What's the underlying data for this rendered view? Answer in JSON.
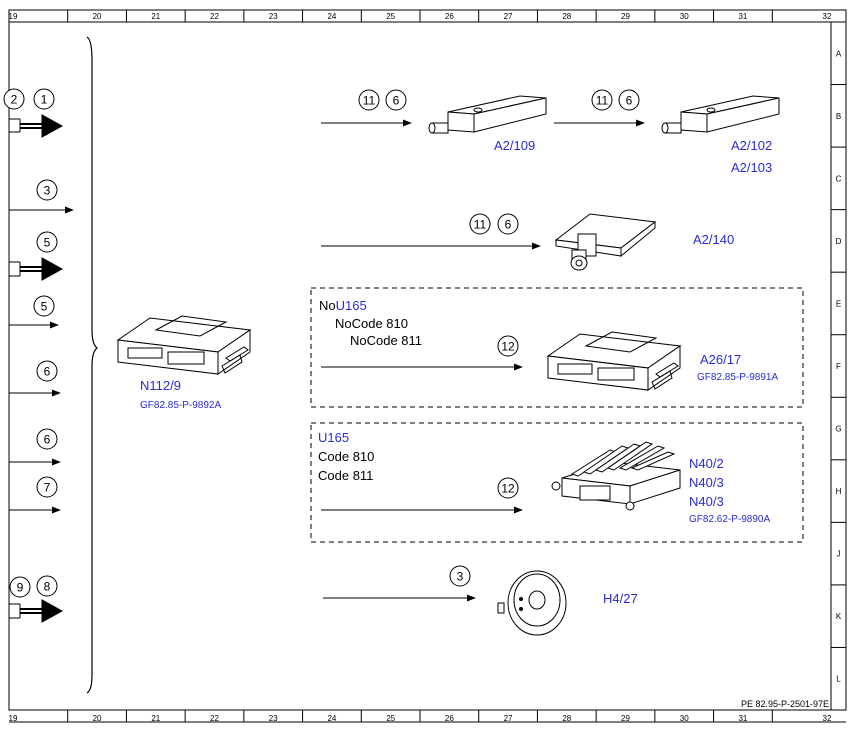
{
  "grid": {
    "columns": [
      "19",
      "20",
      "21",
      "22",
      "23",
      "24",
      "25",
      "26",
      "27",
      "28",
      "29",
      "30",
      "31",
      "32"
    ],
    "rows": [
      "A",
      "B",
      "C",
      "D",
      "E",
      "F",
      "G",
      "H",
      "J",
      "K",
      "L"
    ]
  },
  "left_circles": [
    "2",
    "1",
    "3",
    "5",
    "5",
    "6",
    "6",
    "7",
    "9",
    "8"
  ],
  "components": {
    "n112": {
      "code": "N112/9",
      "ref": "GF82.85-P-9892A"
    },
    "a2_109": {
      "code": "A2/109",
      "circles": [
        "11",
        "6"
      ]
    },
    "a2_102": {
      "code": "A2/102",
      "code2": "A2/103",
      "circles": [
        "11",
        "6"
      ]
    },
    "a2_140": {
      "code": "A2/140",
      "circles": [
        "11",
        "6"
      ]
    },
    "a26": {
      "code": "A26/17",
      "ref": "GF82.85-P-9891A",
      "circle": "12",
      "cond_no": "No",
      "cond_u": "U165",
      "cond_2": "NoCode 810",
      "cond_3": "NoCode 811"
    },
    "n40": {
      "code1": "N40/2",
      "code2": "N40/3",
      "code3": "N40/3",
      "ref": "GF82.62-P-9890A",
      "circle": "12",
      "cond_u": "U165",
      "cond_2": "Code 810",
      "cond_3": "Code 811"
    },
    "h4": {
      "code": "H4/27",
      "circle": "3"
    }
  },
  "footer_code": "PE 82.95-P-2501-97E"
}
